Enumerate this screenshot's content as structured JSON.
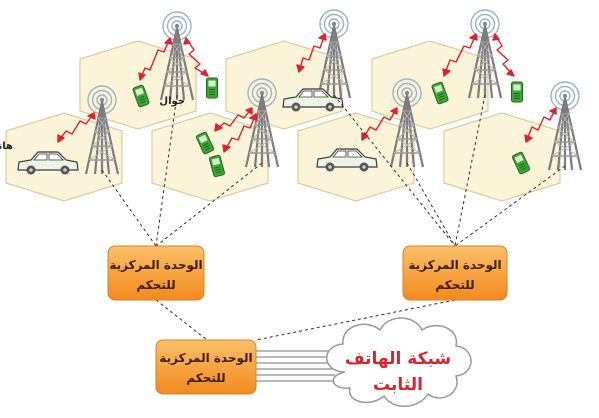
{
  "labels": {
    "car_phone": "هاتف سيارة",
    "mobile": "جوال"
  },
  "control_units": [
    {
      "line1": "الوحدة المركزية",
      "line2": "للتحكم"
    },
    {
      "line1": "الوحدة المركزية",
      "line2": "للتحكم"
    },
    {
      "line1": "الوحدة المركزية",
      "line2": "للتحكم"
    }
  ],
  "network": {
    "line1": "شبكة الهاتف",
    "line2": "الثابت"
  },
  "colors": {
    "cell_fill": "#fbf4d8",
    "cell_stroke": "#d8cda0",
    "signal_red": "#e4202a",
    "phone_green": "#3a9a35",
    "box_orange": "#f7a13c",
    "box_text": "#3a1d00",
    "network_text": "#d8232a"
  },
  "icons": [
    "tower-icon",
    "mobile-phone-icon",
    "car-icon",
    "cloud-icon"
  ]
}
